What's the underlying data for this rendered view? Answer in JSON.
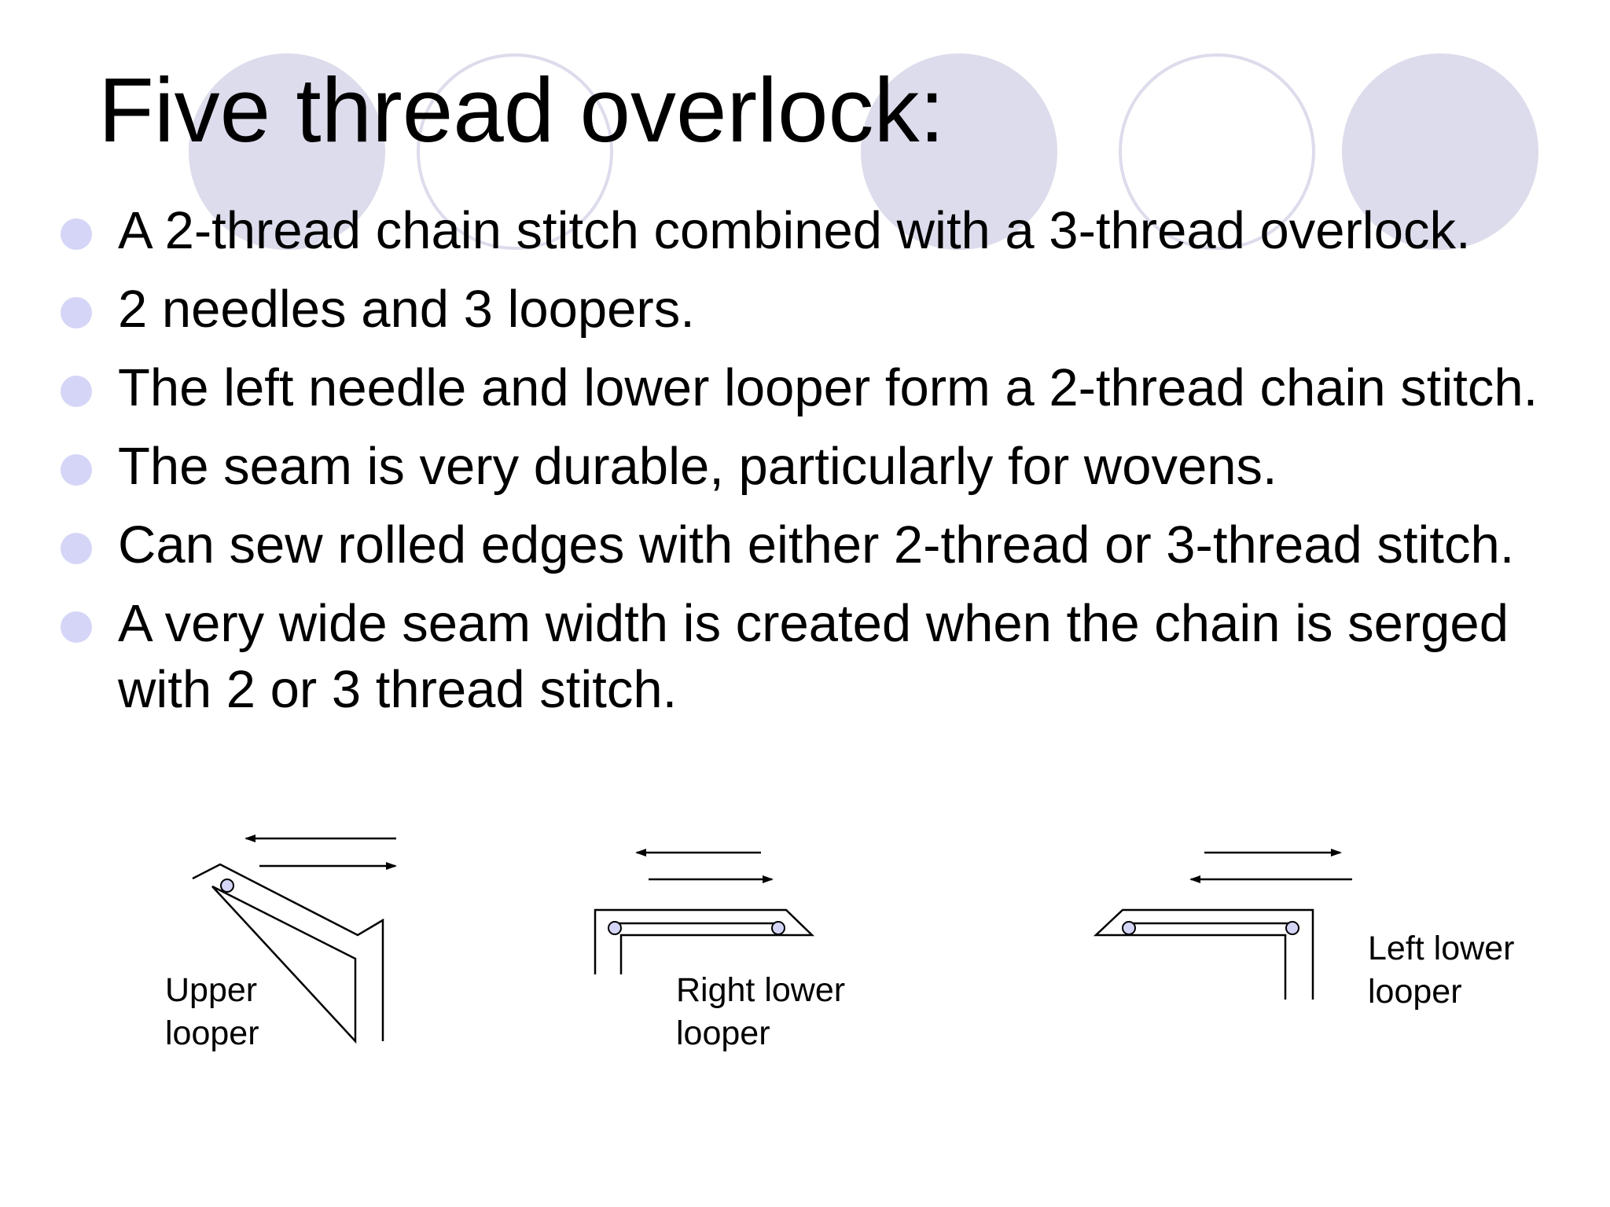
{
  "slide": {
    "title": "Five thread overlock:",
    "bullets": [
      "A 2-thread chain stitch combined with a 3-thread overlock.",
      "2 needles and 3 loopers.",
      "The left needle and lower looper form a 2-thread chain stitch.",
      "The seam is very durable, particularly for wovens.",
      "Can sew rolled edges with either 2-thread or 3-thread stitch.",
      "A very wide seam width is created when the chain is serged with 2 or 3 thread stitch."
    ],
    "bullet_color": "#d5d5f7",
    "decor_circle_color": "#dcdcec"
  },
  "diagrams": {
    "upper_looper": {
      "line1": "Upper",
      "line2": "looper"
    },
    "right_lower_looper": {
      "line1": "Right lower",
      "line2": "looper"
    },
    "left_lower_looper": {
      "line1": "Left lower",
      "line2": "looper"
    }
  }
}
